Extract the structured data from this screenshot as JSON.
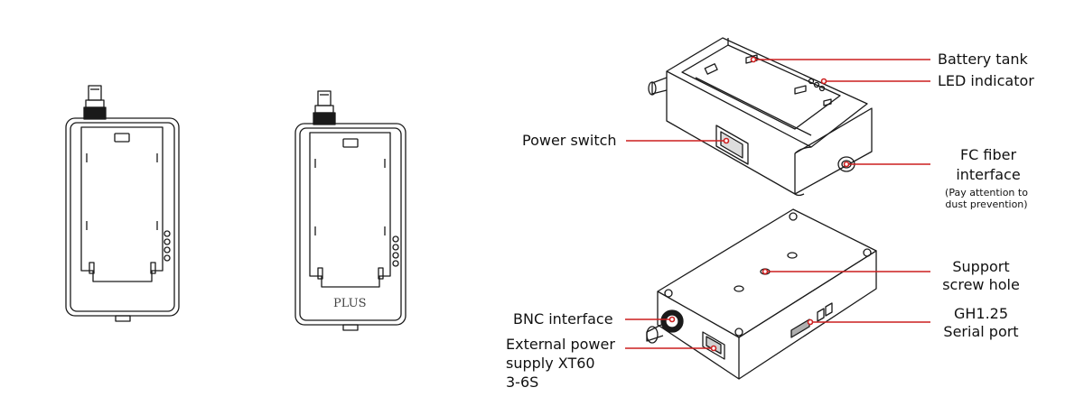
{
  "left_device": {
    "plus_label": "PLUS"
  },
  "callouts": {
    "battery_tank": "Battery tank",
    "led_indicator": "LED indicator",
    "power_switch": "Power switch",
    "fc_fiber_line1": "FC fiber",
    "fc_fiber_line2": "interface",
    "fc_fiber_note1": "(Pay attention to",
    "fc_fiber_note2": "dust prevention)",
    "support_screw_line1": "Support",
    "support_screw_line2": "screw hole",
    "bnc_interface": "BNC interface",
    "ext_power_line1": "External power",
    "ext_power_line2": "supply XT60",
    "ext_power_line3": "3-6S",
    "gh_line1": "GH1.25",
    "gh_line2": "Serial port"
  },
  "colors": {
    "line": "#1a1a1a",
    "leader": "#cc1f1f",
    "marker": "#cc1f1f"
  }
}
